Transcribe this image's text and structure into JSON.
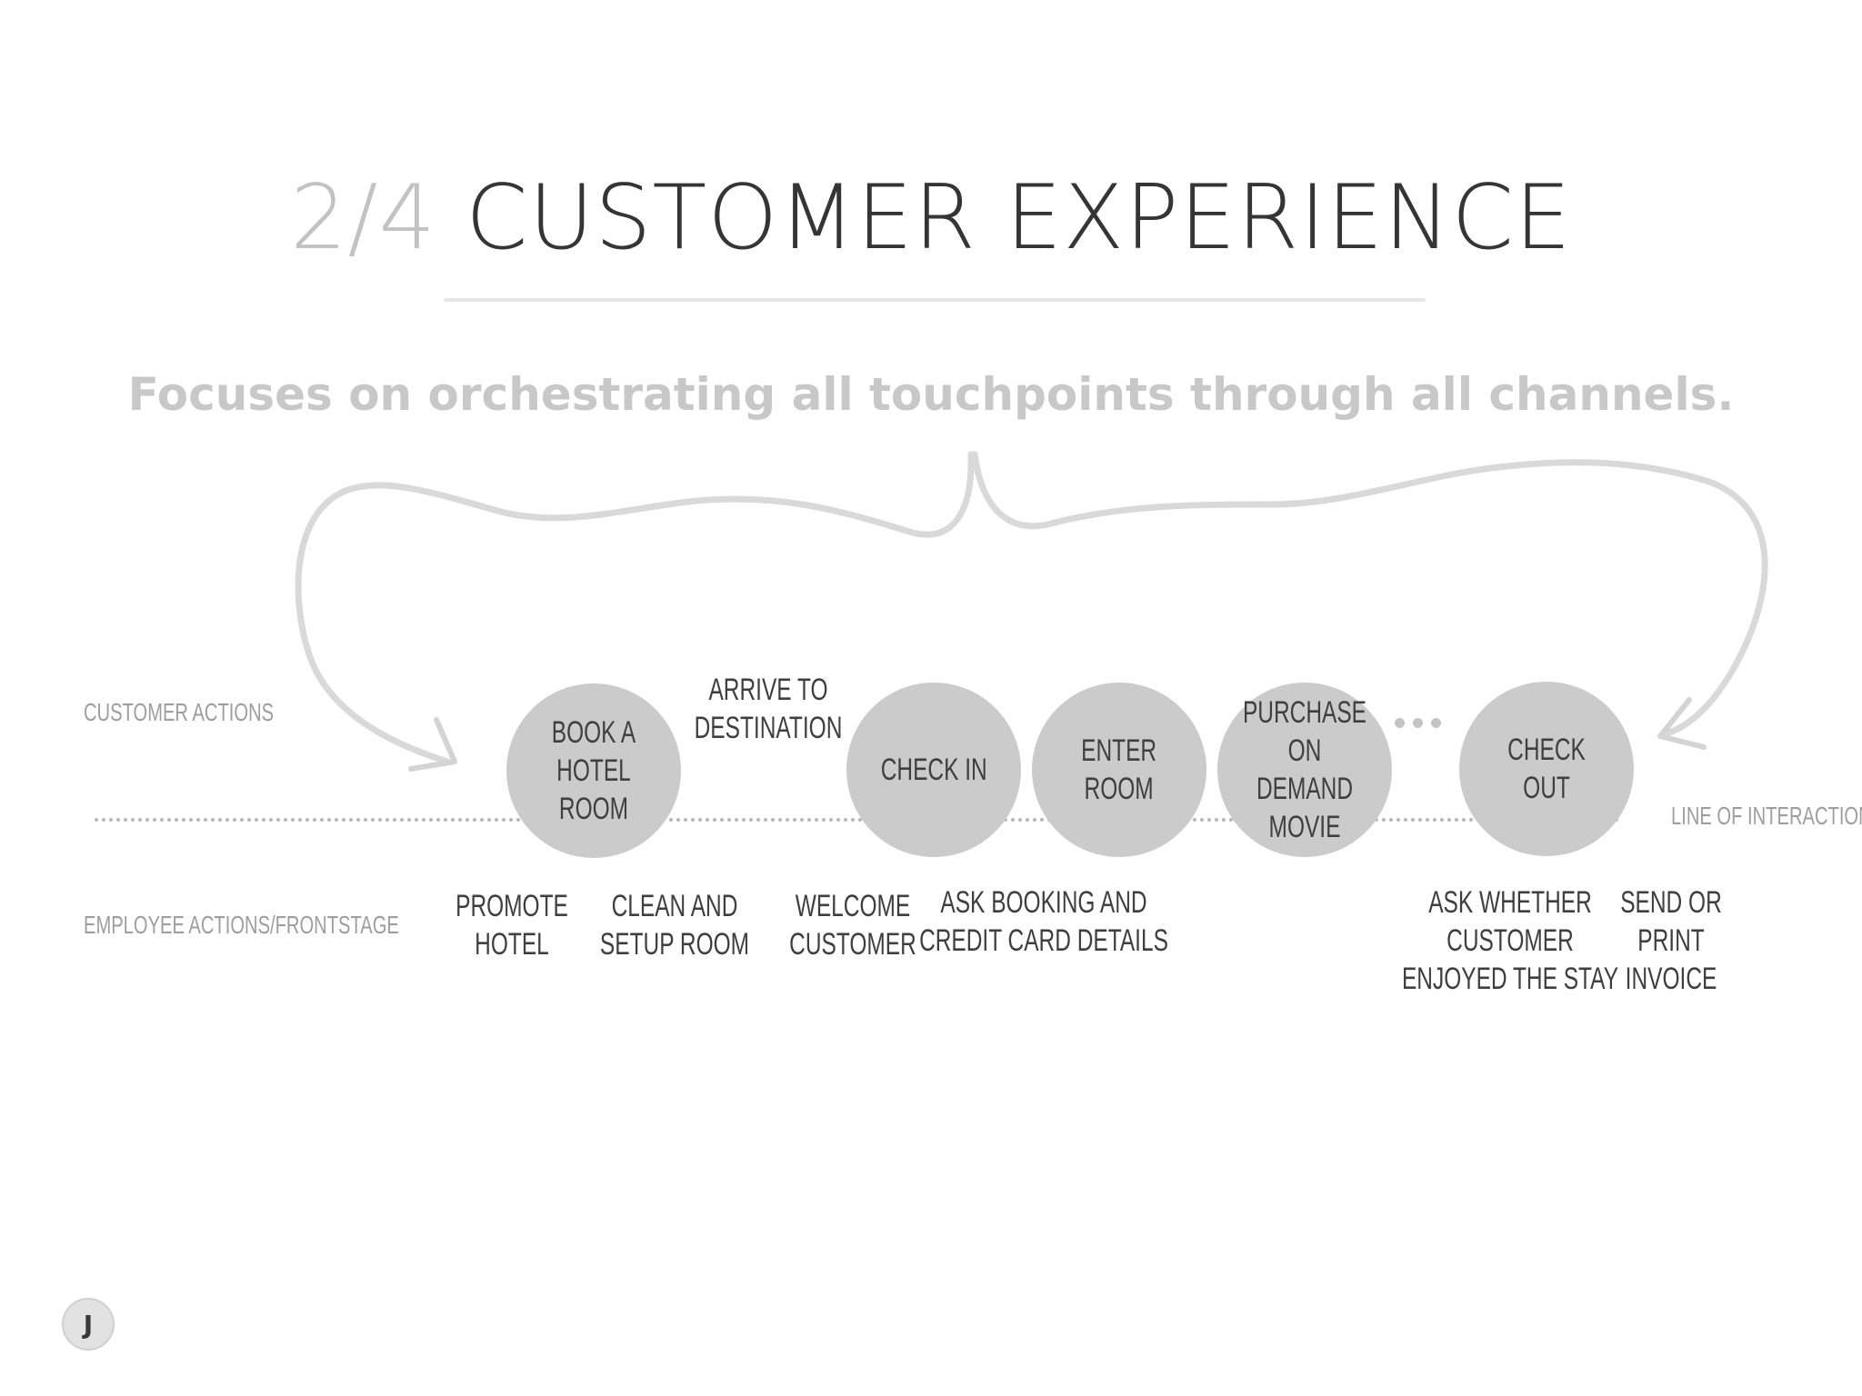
{
  "header": {
    "number": "2/4",
    "title": "CUSTOMER EXPERIENCE",
    "subtitle": "Focuses on orchestrating all touchpoints through all channels."
  },
  "lanes": {
    "customer_actions": "Customer Actions",
    "employee_actions": "Employee Actions/Frontstage",
    "line_of_interaction": "Line of Interaction"
  },
  "customer_steps": [
    {
      "label": "Book a\nhotel room"
    },
    {
      "label": "Check in"
    },
    {
      "label": "Enter\nroom"
    },
    {
      "label": "Purchase on\ndemand movie"
    },
    {
      "label": "Check out"
    }
  ],
  "customer_note": "Arrive to\ndestination",
  "employee_actions": [
    {
      "label": "Promote\nhotel"
    },
    {
      "label": "Clean and\nsetup room"
    },
    {
      "label": "Welcome\ncustomer"
    },
    {
      "label": "Ask booking and\ncredit card details"
    },
    {
      "label": "Ask whether customer\nenjoyed the stay"
    },
    {
      "label": "Send or\nprint invoice"
    }
  ],
  "badge": "J",
  "colors": {
    "title_number": "#c2c2c2",
    "title_text": "#353535",
    "subtitle": "#c8c8c8",
    "circle_fill": "#cbcbcb",
    "brace": "#d9d9d9",
    "lane_label": "#9e9e9e"
  }
}
